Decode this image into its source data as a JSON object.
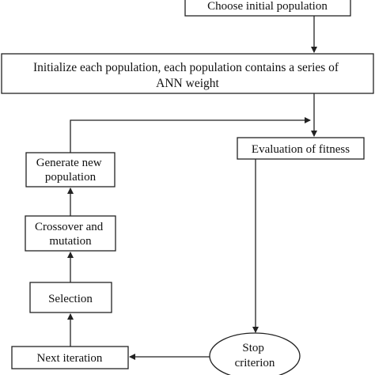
{
  "diagram": {
    "nodes": {
      "choose": {
        "lines": [
          "Choose initial population"
        ]
      },
      "initialize": {
        "lines": [
          "Initialize each population, each population contains a series of",
          "ANN weight"
        ]
      },
      "evaluation": {
        "lines": [
          "Evaluation of fitness"
        ]
      },
      "generate": {
        "lines": [
          "Generate new",
          "population"
        ]
      },
      "crossover": {
        "lines": [
          "Crossover and",
          "mutation"
        ]
      },
      "selection": {
        "lines": [
          "Selection"
        ]
      },
      "next": {
        "lines": [
          "Next iteration"
        ]
      },
      "stop": {
        "lines": [
          "Stop",
          "criterion"
        ]
      }
    },
    "colors": {
      "stroke": "#222222",
      "text": "#111111",
      "background": "#ffffff"
    }
  }
}
